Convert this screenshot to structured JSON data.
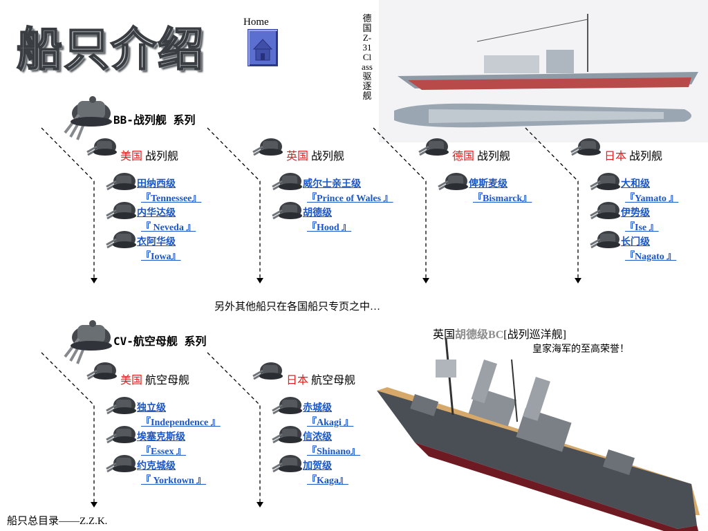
{
  "page": {
    "title": "船只介绍",
    "home_label": "Home",
    "footer": "船只总目录——Z.Z.K."
  },
  "top_photo": {
    "caption": "德国Z-31Class驱逐舰"
  },
  "bb": {
    "heading": "BB-战列舰 系列",
    "groups": [
      {
        "country": "美国",
        "type": " 战列舰",
        "ships": [
          {
            "name": "田纳西级",
            "en": "『Tennessee』"
          },
          {
            "name": "内华达级",
            "en": "『 Neveda 』"
          },
          {
            "name": "衣阿华级",
            "en": "『Iowa』"
          }
        ]
      },
      {
        "country": "英国",
        "type": " 战列舰",
        "ships": [
          {
            "name": "威尔士亲王级",
            "en": "『Prince of Wales 』"
          },
          {
            "name": "胡德级",
            "en": "『Hood 』"
          }
        ]
      },
      {
        "country": "德国",
        "type": " 战列舰",
        "ships": [
          {
            "name": "俾斯麦级",
            "en": "『Bismarck』"
          }
        ]
      },
      {
        "country": "日本",
        "type": " 战列舰",
        "ships": [
          {
            "name": "大和级",
            "en": "『Yamato 』"
          },
          {
            "name": "伊势级",
            "en": "『Ise 』"
          },
          {
            "name": "长门级",
            "en": "『Nagato 』"
          }
        ]
      }
    ]
  },
  "note": "另外其他船只在各国船只专页之中…",
  "cv": {
    "heading": "CV-航空母舰 系列",
    "groups": [
      {
        "country": "美国",
        "type": " 航空母舰",
        "ships": [
          {
            "name": "独立级",
            "en": "『Independence 』"
          },
          {
            "name": "埃塞克斯级",
            "en": "『Essex 』"
          },
          {
            "name": "约克城级",
            "en": "『 Yorktown 』"
          }
        ]
      },
      {
        "country": "日本",
        "type": " 航空母舰",
        "ships": [
          {
            "name": "赤城级",
            "en": "『Akagi 』"
          },
          {
            "name": "信浓级",
            "en": "『Shinano』"
          },
          {
            "name": "加贺级",
            "en": "『Kaga』"
          }
        ]
      }
    ]
  },
  "hood": {
    "prefix": "英国",
    "name": "胡德级BC",
    "suffix": "[战列巡洋舰]",
    "subtitle": "皇家海军的至高荣誉！"
  },
  "colors": {
    "accent_red": "#e02020",
    "link_blue": "#1a56c8",
    "home_blue": "#5b6fd0"
  },
  "icons": {
    "home": "house-icon",
    "turret": "naval-turret-icon"
  }
}
